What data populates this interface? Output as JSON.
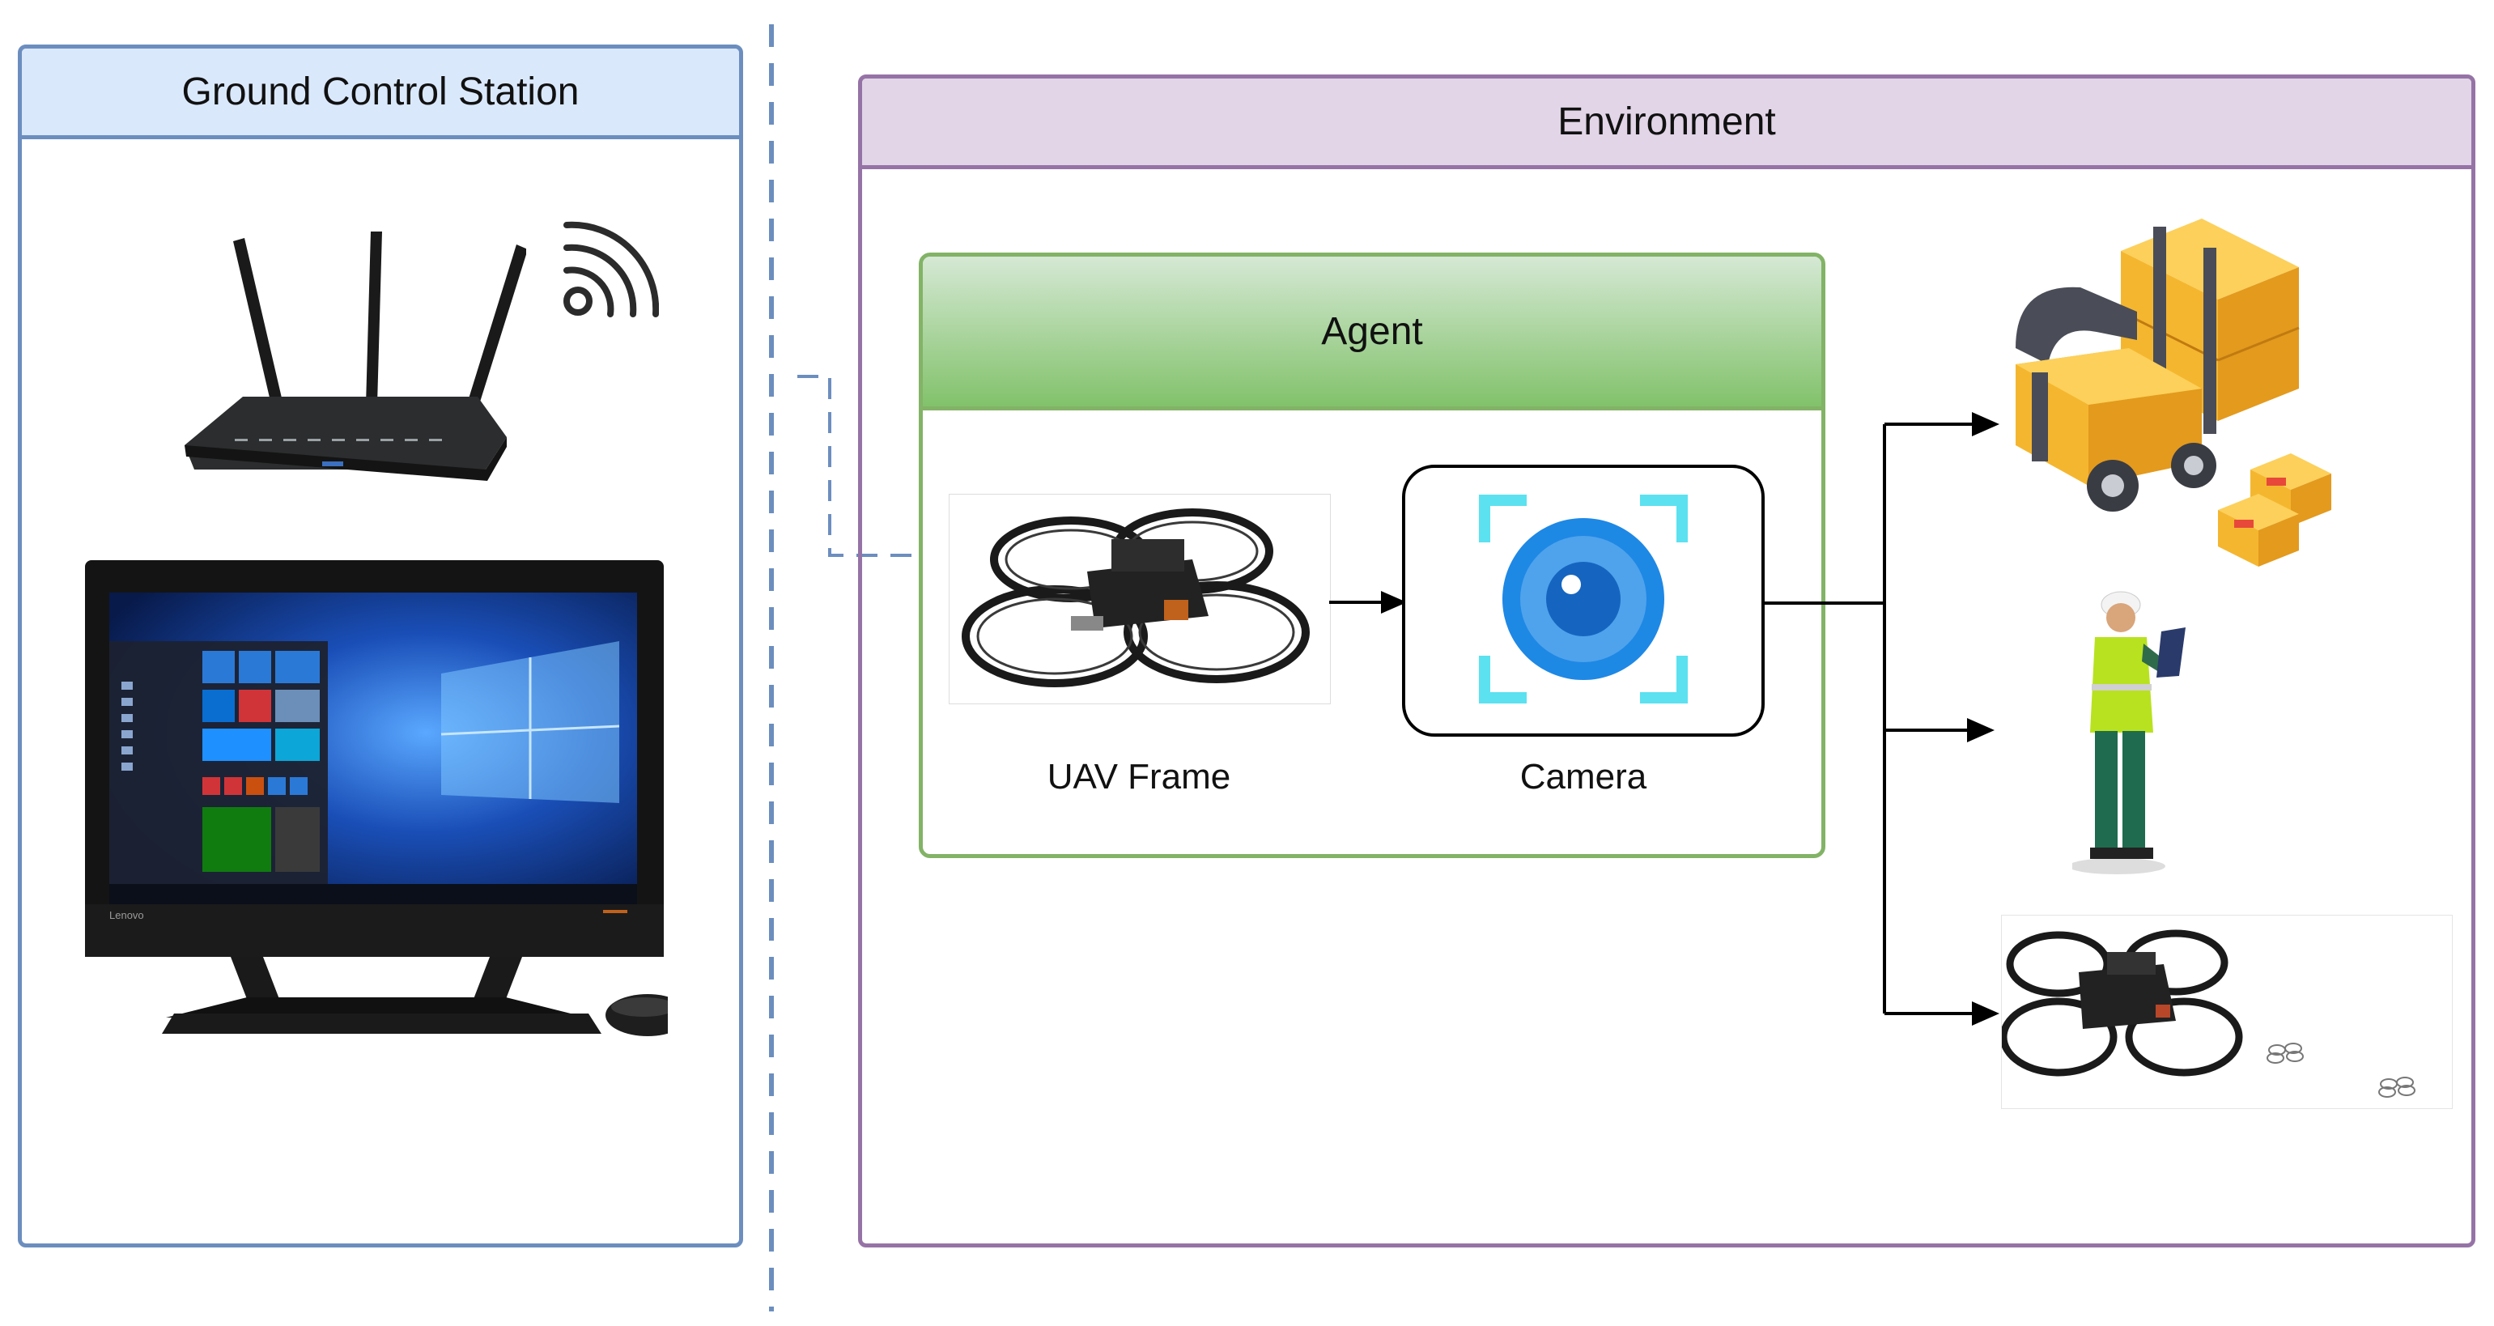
{
  "ground_station": {
    "title": "Ground Control Station"
  },
  "environment": {
    "title": "Environment"
  },
  "agent": {
    "title": "Agent",
    "uav_label": "UAV Frame",
    "camera_label": "Camera"
  },
  "monitor": {
    "brand": "Lenovo"
  },
  "colors": {
    "gcs_border": "#6c8ebf",
    "gcs_header": "#dae8fc",
    "env_border": "#9673a6",
    "env_header": "#e1d5e7",
    "agent_border": "#82b366",
    "agent_header_top": "#d5e8d4",
    "agent_header_bottom": "#82c26b",
    "camera_ring": "#5ce1f0",
    "camera_blue": "#1e88e5"
  },
  "icons": [
    "router-icon",
    "wifi-icon",
    "desktop-computer-icon",
    "keyboard-icon",
    "mouse-icon",
    "uav-drone-icon",
    "camera-icon",
    "forklift-icon",
    "worker-icon",
    "drone-swarm-icon"
  ]
}
